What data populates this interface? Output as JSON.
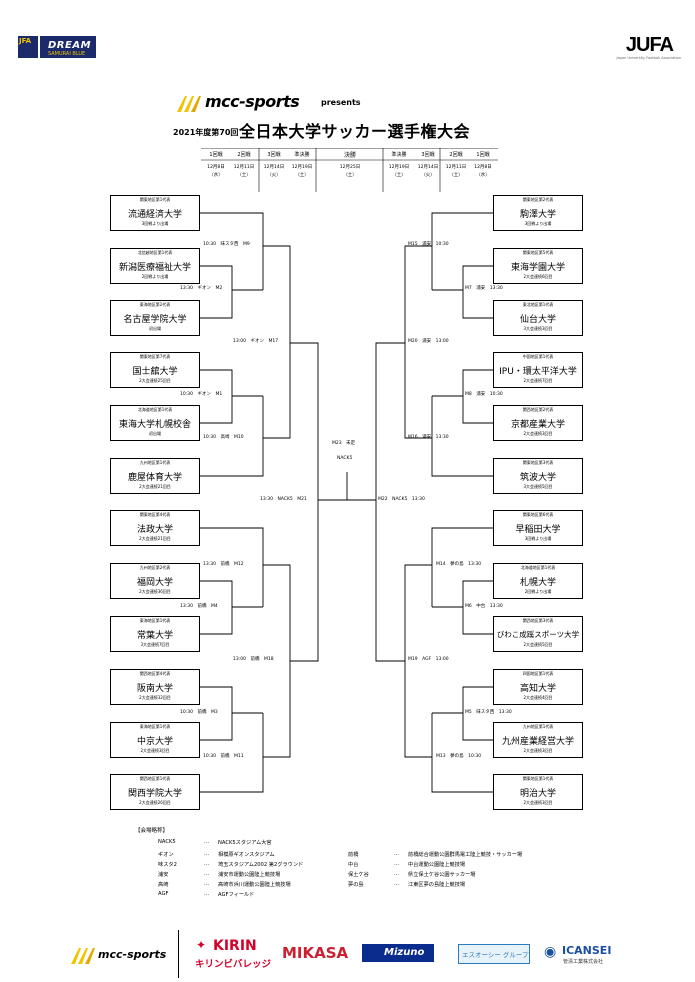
{
  "header": {
    "jfa_dream_label": "JFA",
    "dream_label": "DREAM",
    "dream_sub": "SAMURAI BLUE",
    "jufa_label": "JUFA",
    "jufa_sub": "Japan University Football Association",
    "mcc_label": "mcc-sports",
    "presents_label": "presents",
    "title_year": "2021年度第70回",
    "title_main": "全日本大学サッカー選手権大会"
  },
  "rounds": {
    "left": [
      "1回戦",
      "2回戦",
      "3回戦",
      "準決勝"
    ],
    "center": "決勝",
    "right": [
      "準決勝",
      "3回戦",
      "2回戦",
      "1回戦"
    ]
  },
  "dates": {
    "left": [
      "12月8日\n（水）",
      "12月11日\n（土）",
      "12月14日\n（火）",
      "12月19日\n（土）"
    ],
    "center": "12月25日\n（土）",
    "right": [
      "12月19日\n（土）",
      "12月14日\n（火）",
      "12月11日\n（土）",
      "12月8日\n（水）"
    ]
  },
  "left_teams": [
    {
      "qual": "関東地区第1代表",
      "name": "流通経済大学",
      "sub": "3回戦より出場"
    },
    {
      "qual": "北信越地区第1代表",
      "name": "新潟医療福祉大学",
      "sub": "2回戦より出場"
    },
    {
      "qual": "東海地区第2代表",
      "name": "名古屋学院大学",
      "sub": "初出場"
    },
    {
      "qual": "関東地区第7代表",
      "name": "国士舘大学",
      "sub": "2大会連続25回目"
    },
    {
      "qual": "北海道地区第1代表",
      "name": "東海大学札幌校舎",
      "sub": "初出場"
    },
    {
      "qual": "九州地区第1代表",
      "name": "鹿屋体育大学",
      "sub": "2大会連続21回目"
    },
    {
      "qual": "関東地区第4代表",
      "name": "法政大学",
      "sub": "2大会連続21回目"
    },
    {
      "qual": "九州地区第2代表",
      "name": "福岡大学",
      "sub": "2大会連続36回目"
    },
    {
      "qual": "東海地区第1代表",
      "name": "常葉大学",
      "sub": "3大会連続7回目"
    },
    {
      "qual": "関西地区第4代表",
      "name": "阪南大学",
      "sub": "2大会連続32回目"
    },
    {
      "qual": "東海地区第1代表",
      "name": "中京大学",
      "sub": "2大会連続3回目"
    },
    {
      "qual": "関西地区第1代表",
      "name": "関西学院大学",
      "sub": "2大会連続26回目"
    }
  ],
  "right_teams": [
    {
      "qual": "関東地区第2代表",
      "name": "駒澤大学",
      "sub": "3回戦より出場"
    },
    {
      "qual": "関東地区第5代表",
      "name": "東海学園大学",
      "sub": "2大会連続6回目"
    },
    {
      "qual": "東北地区第1代表",
      "name": "仙台大学",
      "sub": "3大会連続3回目"
    },
    {
      "qual": "中国地区第1代表",
      "name": "IPU・環太平洋大学",
      "sub": "2大会連続7回目"
    },
    {
      "qual": "関西地区第2代表",
      "name": "京都産業大学",
      "sub": "2大会連続3回目"
    },
    {
      "qual": "関東地区第3代表",
      "name": "筑波大学",
      "sub": "3大会連続5回目"
    },
    {
      "qual": "関東地区第6代表",
      "name": "早稲田大学",
      "sub": "3回戦より出場"
    },
    {
      "qual": "北海道地区第1代表",
      "name": "札幌大学",
      "sub": "2回戦より出場"
    },
    {
      "qual": "関西地区第3代表",
      "name": "びわこ成蹊スポーツ大学",
      "sub": "2大会連続5回目"
    },
    {
      "qual": "四国地区第1代表",
      "name": "高知大学",
      "sub": "2大会連続4回目"
    },
    {
      "qual": "九州地区第1代表",
      "name": "九州産業経営大学",
      "sub": "2大会連続3回目"
    },
    {
      "qual": "関東地区第1代表",
      "name": "明治大学",
      "sub": "2大会連続3回目"
    }
  ],
  "matches_left": [
    "10:30　味スタ西　M9",
    "13:30　ギオン　M2",
    "13:00　ギオン　M17",
    "10:30　ギオン　M1",
    "10:30　高崎　M10",
    "13:30　NACK5　M21",
    "13:30　前橋　M12",
    "13:30　前橋　M4",
    "13:00　前橋　M18",
    "10:30　前橋　M3",
    "10:30　前橋　M11"
  ],
  "matches_right": [
    "M15　浦安　10:30",
    "M7　浦安　13:30",
    "M20　浦安　13:00",
    "M8　浦安　10:30",
    "M16　浦安　13:30",
    "M22　NACK5　13:30",
    "M14　夢の島　13:30",
    "M6　中台　13:30",
    "M19　AGF　13:00",
    "M5　味スタ西　13:30",
    "M13　夢の島　10:30"
  ],
  "final": {
    "match": "M23　未定",
    "venue": "NACK5"
  },
  "venues": {
    "title": "【会場略称】",
    "left": [
      [
        "NACK5",
        "…",
        "NACK5スタジアム大宮"
      ],
      [
        "ギオン",
        "…",
        "相模原ギオンスタジアム"
      ],
      [
        "味スタ2",
        "…",
        "埼玉スタジアム2002 第2グラウンド"
      ],
      [
        "浦安",
        "…",
        "浦安市運動公園陸上競技場"
      ],
      [
        "高崎",
        "…",
        "高崎市浜川運動公園陸上競技場"
      ],
      [
        "AGF",
        "…",
        "AGFフィールド"
      ]
    ],
    "right": [
      [
        "前橋",
        "…",
        "前橋総合運動公園群馬電工陸上競技・サッカー場"
      ],
      [
        "中台",
        "…",
        "中台運動公園陸上競技場"
      ],
      [
        "保土ケ谷",
        "…",
        "県立保土ケ谷公園サッカー場"
      ],
      [
        "夢の島",
        "…",
        "江東区夢の島陸上競技場"
      ]
    ]
  },
  "footer": {
    "mcc_label": "mcc-sports",
    "kirin_label": "KIRIN",
    "kirin_sub": "キリンビバレッジ",
    "mikasa_label": "MIKASA",
    "mizuno_label": "Mizuno",
    "sogroup_label": "エスオーシー グループ",
    "icansei_label": "ICANSEI",
    "icansei_sub": "管清工業株式会社"
  },
  "colors": {
    "mcc_yellow": "#f0c400",
    "kirin_red": "#d4002a",
    "mikasa_red": "#cc1f2f",
    "mizuno_blue": "#0a2c8c",
    "soc_blue": "#2b7bc0",
    "icansei_blue": "#1b4fa0"
  }
}
